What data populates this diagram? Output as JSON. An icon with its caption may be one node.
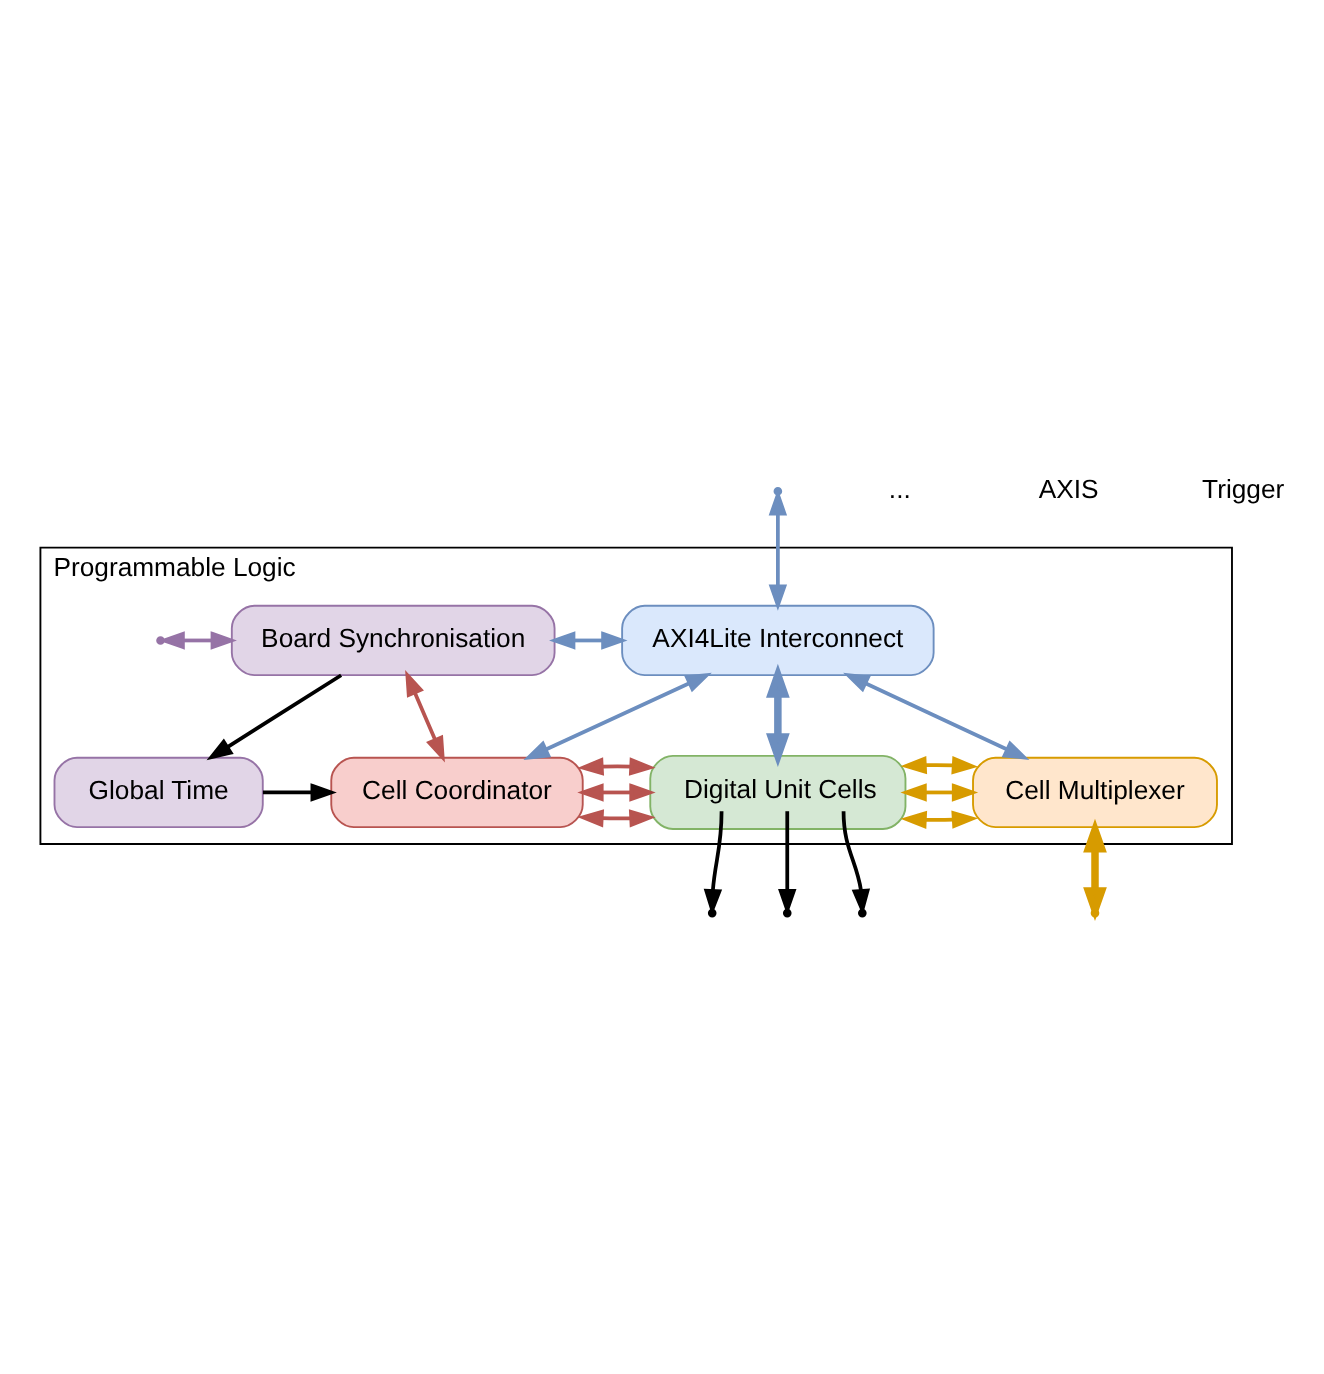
{
  "diagram": {
    "nodes": [
      {
        "text": [
          "Programmable Logic"
        ]
      },
      {
        "text": [
          "AXI4Lite Interconnect"
        ],
        "in": 0
      },
      {
        "text": [
          "Board Synchronisation"
        ],
        "in": 0
      },
      {
        "text": [
          "Global Time"
        ],
        "in": 0
      },
      {
        "text": [
          "Cell Coordinator"
        ],
        "in": 0
      },
      {
        "text": [
          "Digital Unit Cells"
        ],
        "in": 0
      },
      {
        "text": [
          "Cell Multiplexer"
        ],
        "in": 0
      }
    ],
    "edges": [
      {
        "from": null,
        "to": 1,
        "arrow": "both",
        "color": "#6c8ebf"
      },
      {
        "from": 2,
        "to": 1,
        "arrow": "both",
        "color": "#6c8ebf"
      },
      {
        "from": 1,
        "to": 4,
        "arrow": "both",
        "color": "#6c8ebf"
      },
      {
        "from": 1,
        "to": 5,
        "arrow": "both",
        "color": "#6c8ebf",
        "style": "thick"
      },
      {
        "from": 1,
        "to": 6,
        "arrow": "both",
        "color": "#6c8ebf"
      },
      {
        "from": null,
        "to": 2,
        "arrow": "both",
        "color": "#9673a6"
      },
      {
        "from": 2,
        "to": 3,
        "arrow": "to",
        "color": "#000000"
      },
      {
        "from": 4,
        "to": 2,
        "arrow": "both",
        "color": "#b85450"
      },
      {
        "from": 3,
        "to": 4,
        "arrow": "to",
        "color": "#000000"
      },
      {
        "from": 4,
        "to": 5,
        "arrow": "both",
        "color": "#b85450"
      },
      {
        "from": 4,
        "to": 5,
        "arrow": "both",
        "color": "#b85450"
      },
      {
        "from": 4,
        "to": 5,
        "arrow": "both",
        "color": "#b85450"
      },
      {
        "from": 5,
        "to": 6,
        "arrow": "both",
        "color": "#d79b00"
      },
      {
        "from": 5,
        "to": 6,
        "arrow": "both",
        "color": "#d79b00"
      },
      {
        "from": 5,
        "to": 6,
        "arrow": "both",
        "color": "#d79b00"
      },
      {
        "from": 6,
        "to": null,
        "arrow": "both",
        "color": "#d79b00",
        "style": "thick"
      },
      {
        "from": 5,
        "to": null,
        "arrow": "to",
        "color": "#000000"
      },
      {
        "from": 5,
        "to": null,
        "arrow": "to",
        "color": "#000000"
      },
      {
        "from": 5,
        "to": null,
        "arrow": "to",
        "color": "#000000"
      }
    ],
    "labels": [
      "...",
      "AXIS",
      "Trigger"
    ]
  }
}
